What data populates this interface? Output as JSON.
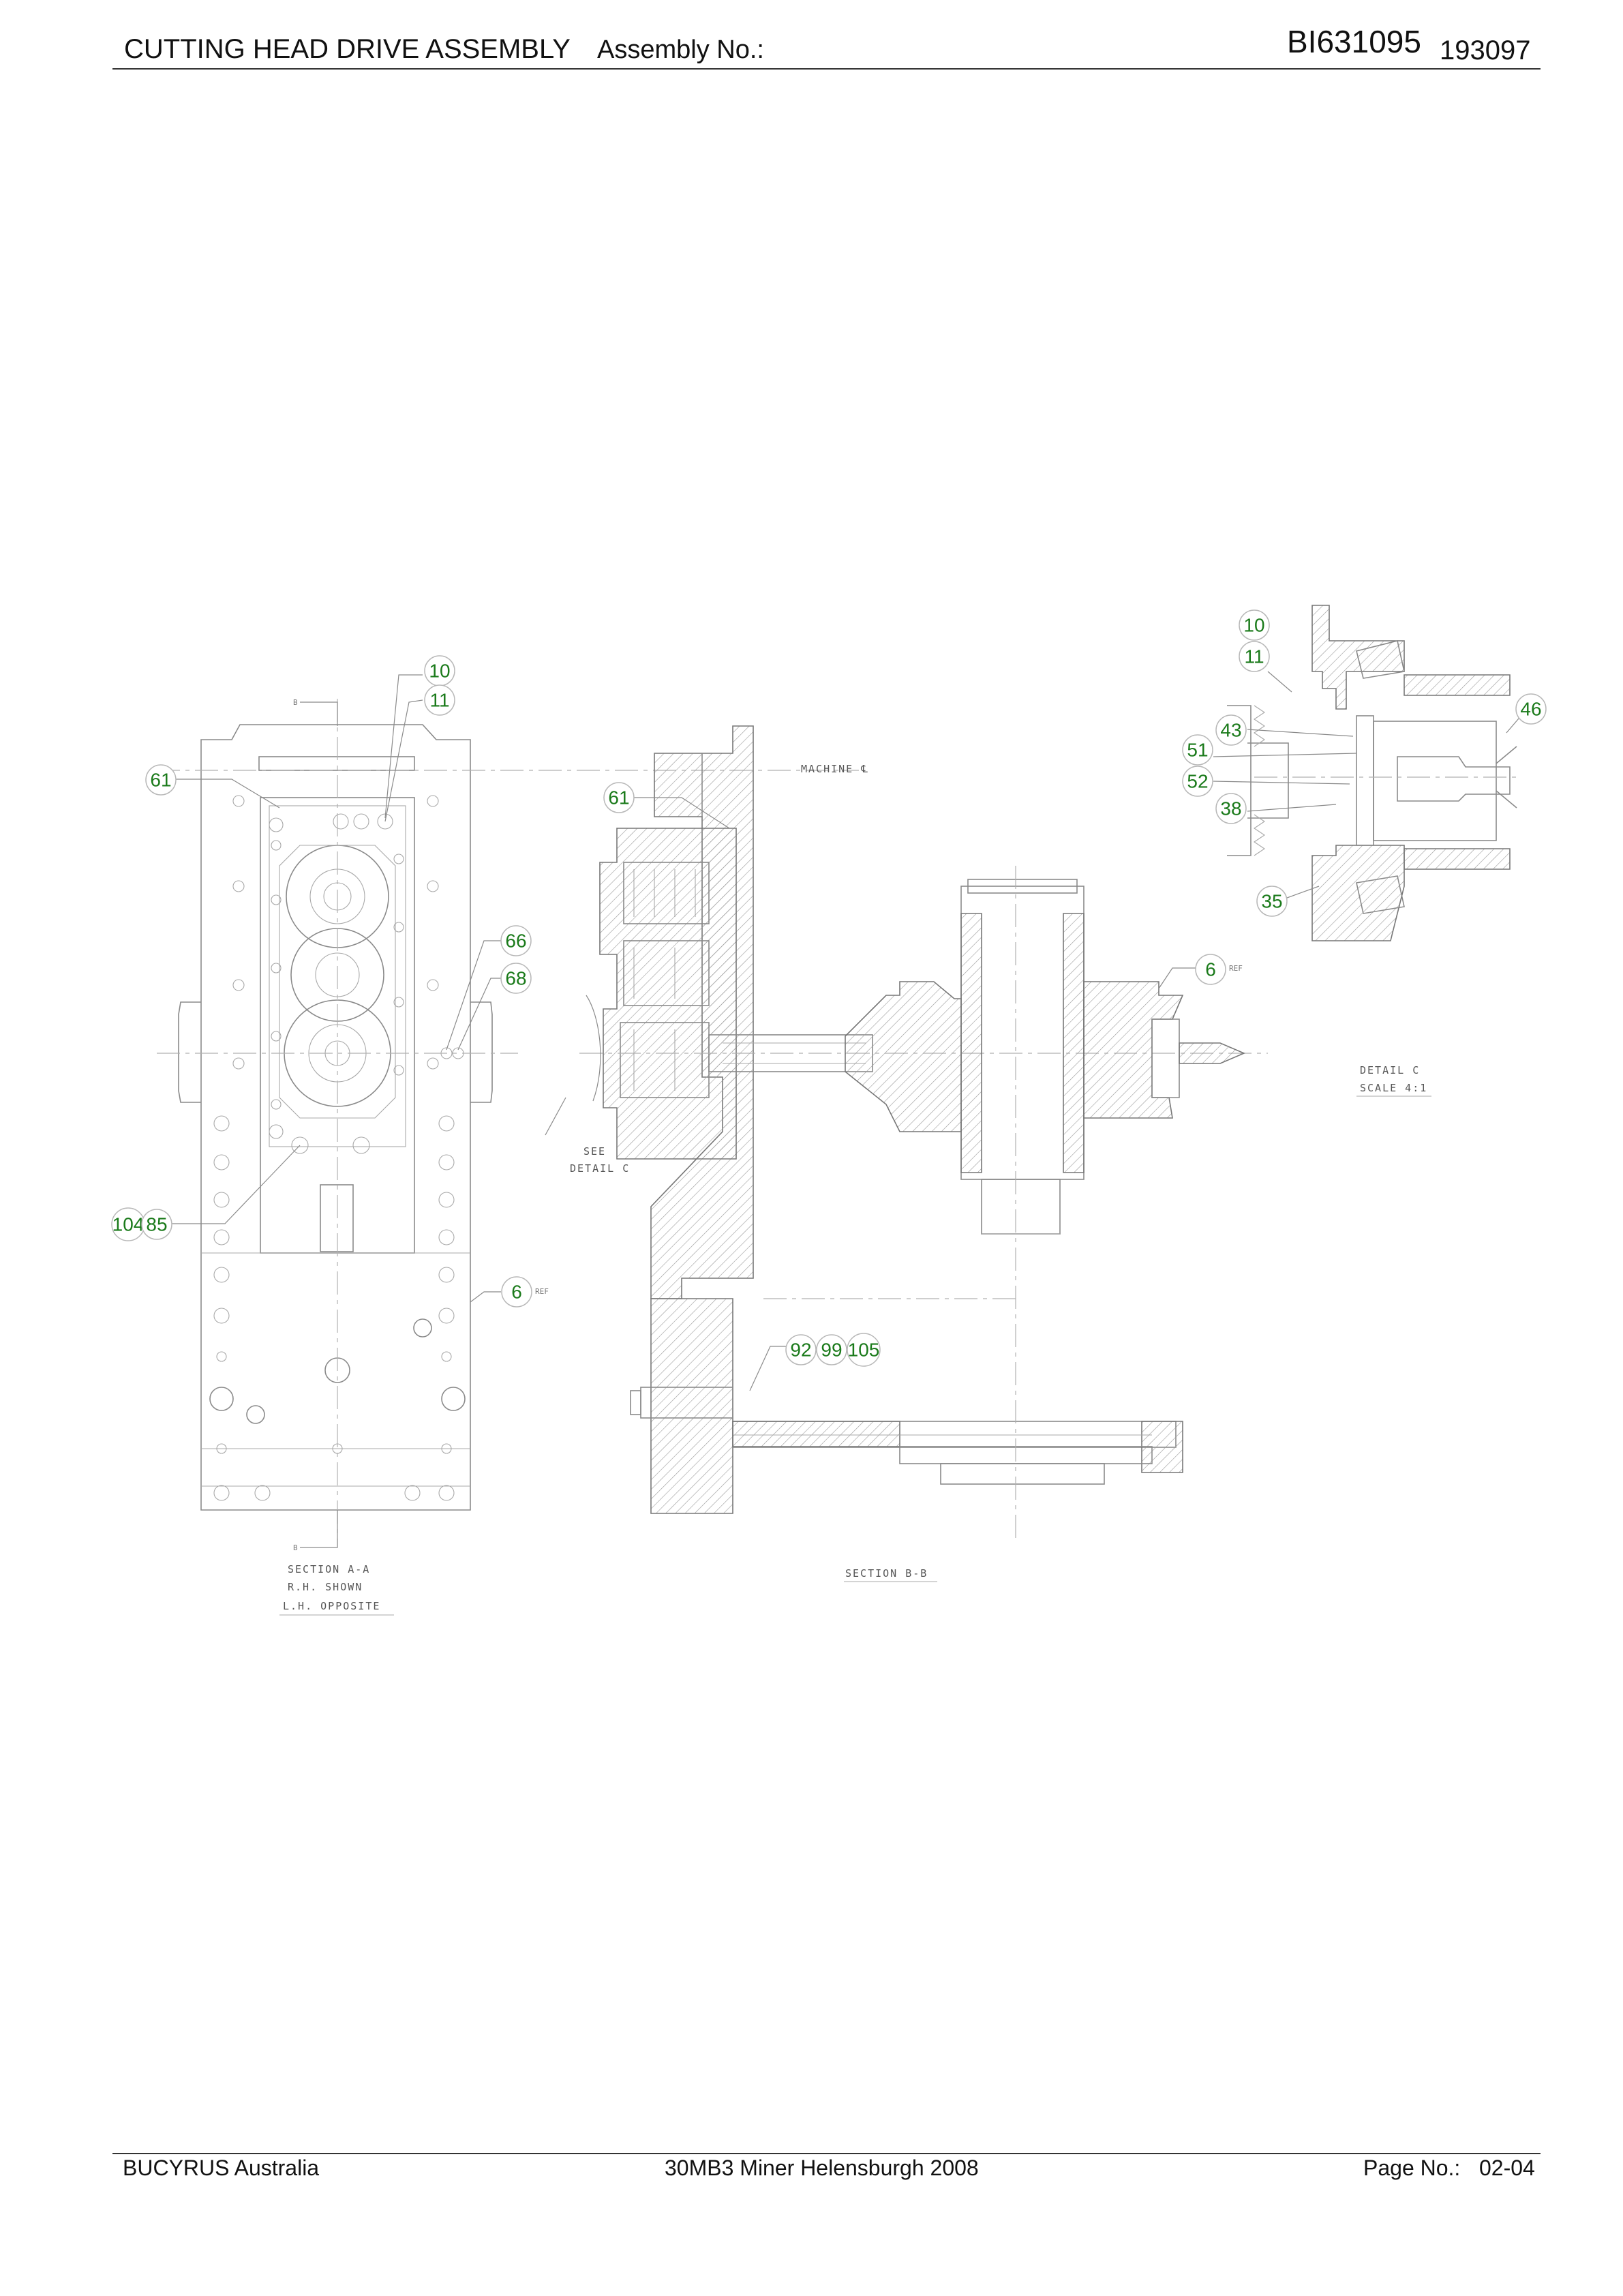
{
  "header": {
    "title": "CUTTING HEAD DRIVE ASSEMBLY",
    "assembly_label": "Assembly No.:",
    "part_number": "BI631095",
    "assembly_number": "193097"
  },
  "footer": {
    "company": "BUCYRUS Australia",
    "machine": "30MB3 Miner Helensburgh 2008",
    "page_label": "Page No.:",
    "page_number": "02-04"
  },
  "drawing": {
    "notes": {
      "machine_cl": "MACHINE ℄",
      "see_detail": "SEE",
      "see_detail_2": "DETAIL C",
      "detail_title": "DETAIL C",
      "detail_scale": "SCALE 4:1",
      "section_aa_1": "SECTION A-A",
      "section_aa_2": "R.H. SHOWN",
      "section_aa_3": "L.H. OPPOSITE",
      "section_bb": "SECTION B-B",
      "ref": "REF",
      "section_marker": "B"
    },
    "callouts": {
      "c10a": "10",
      "c11a": "11",
      "c61a": "61",
      "c61b": "61",
      "c66": "66",
      "c68": "68",
      "c104": "104",
      "c85": "85",
      "c6a": "6",
      "c92": "92",
      "c99": "99",
      "c105": "105",
      "c6b": "6",
      "c10b": "10",
      "c11b": "11",
      "c43": "43",
      "c51": "51",
      "c52": "52",
      "c38": "38",
      "c35": "35",
      "c46": "46"
    }
  }
}
